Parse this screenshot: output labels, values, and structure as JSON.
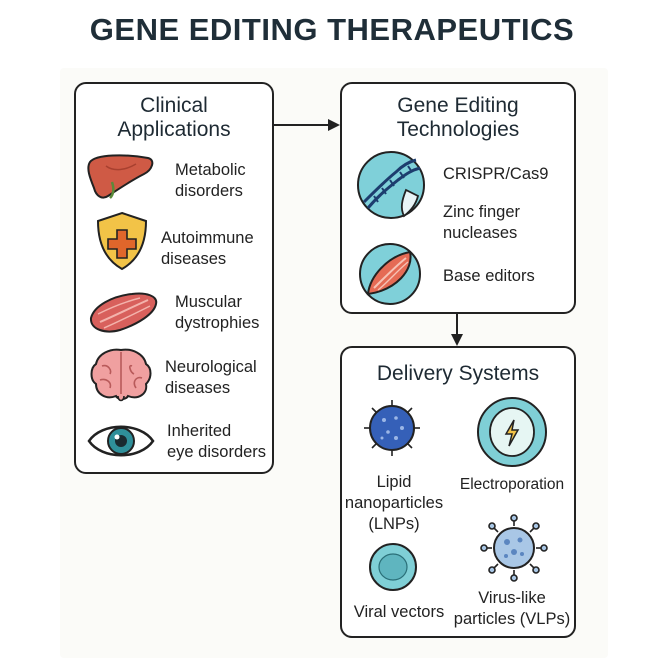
{
  "title": "GENE EDITING THERAPEUTICS",
  "clinical": {
    "title_line1": "Clinical",
    "title_line2": "Applications",
    "items": [
      {
        "icon": "liver-icon",
        "line1": "Metabolic",
        "line2": "disorders"
      },
      {
        "icon": "shield-cross-icon",
        "line1": "Autoimmune",
        "line2": "diseases"
      },
      {
        "icon": "muscle-icon",
        "line1": "Muscular",
        "line2": "dystrophies"
      },
      {
        "icon": "brain-icon",
        "line1": "Neurological",
        "line2": "diseases"
      },
      {
        "icon": "eye-icon",
        "line1": "Inherited",
        "line2": "eye disorders"
      }
    ]
  },
  "technologies": {
    "title_line1": "Gene Editing",
    "title_line2": "Technologies",
    "items": [
      {
        "icon": "dna-scissors-icon",
        "line1": "CRISPR/Cas9",
        "line2": ""
      },
      {
        "icon": "",
        "line1": "Zinc finger",
        "line2": "nucleases"
      },
      {
        "icon": "base-editor-icon",
        "line1": "Base editors",
        "line2": ""
      }
    ]
  },
  "delivery": {
    "title": "Delivery Systems",
    "items": [
      {
        "icon": "lipid-nanoparticle-icon",
        "line1": "Lipid",
        "line2": "nanoparticles",
        "line3": "(LNPs)"
      },
      {
        "icon": "electroporation-icon",
        "line1": "Electroporation",
        "line2": "",
        "line3": ""
      },
      {
        "icon": "viral-vector-icon",
        "line1": "Viral vectors",
        "line2": "",
        "line3": ""
      },
      {
        "icon": "virus-like-particle-icon",
        "line1": "Virus-like",
        "line2": "particles (VLPs)",
        "line3": ""
      }
    ]
  },
  "colors": {
    "outline": "#222222",
    "liver": "#cf5a45",
    "shield": "#f2c347",
    "shield_cross": "#e0662b",
    "muscle": "#d8605c",
    "brain": "#f0a0a0",
    "eye_iris": "#2f8f9a",
    "tech_circle": "#7fd0d9",
    "lnp": "#3560b8",
    "electroporation": "#7fcfd6",
    "vlp": "#a9c7e6"
  }
}
